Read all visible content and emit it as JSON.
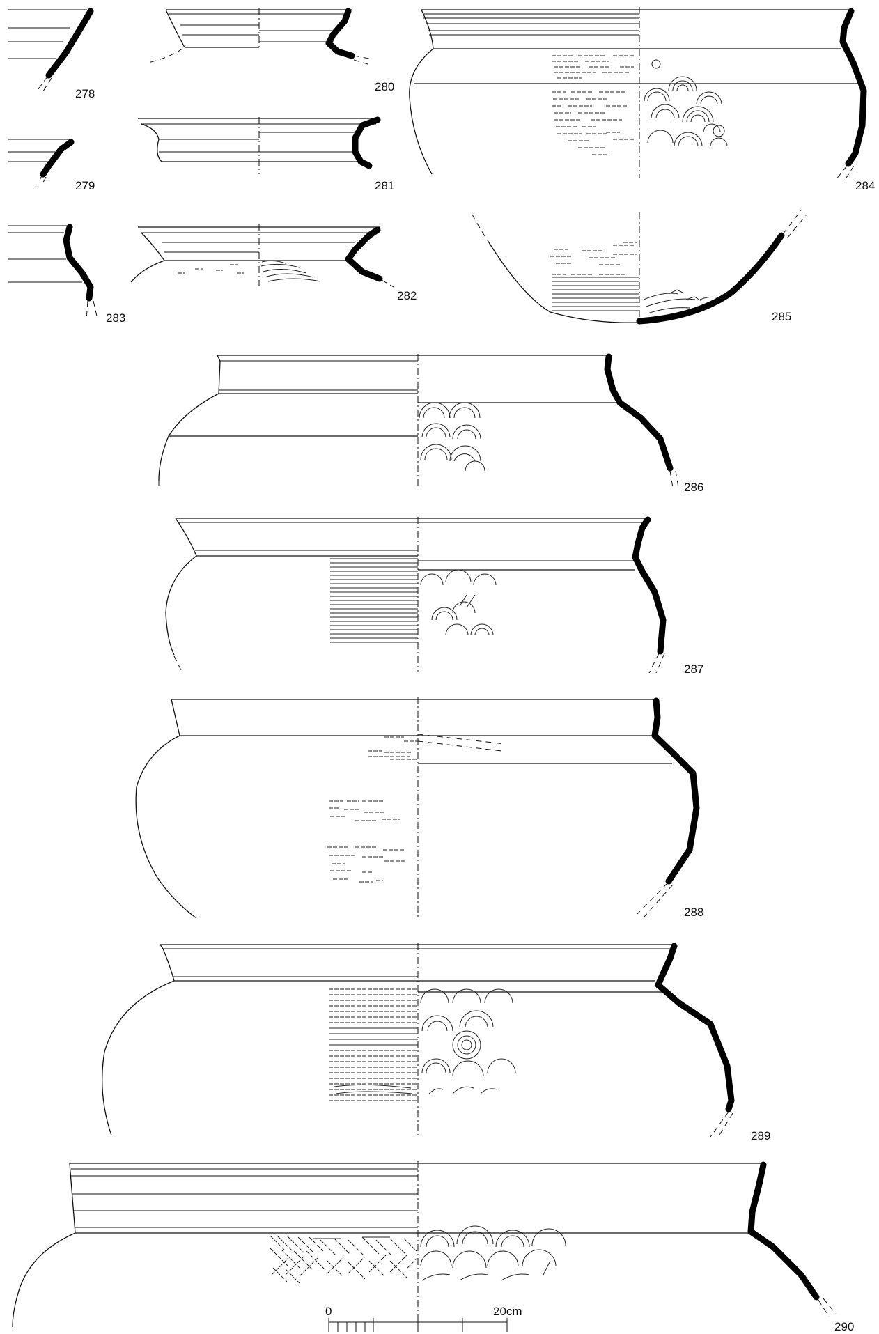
{
  "figure": {
    "vessel_numbers": [
      "278",
      "279",
      "280",
      "281",
      "282",
      "283",
      "284",
      "285",
      "286",
      "287",
      "288",
      "289",
      "290"
    ],
    "scale_bar": {
      "start_label": "0",
      "end_label": "20cm"
    }
  }
}
